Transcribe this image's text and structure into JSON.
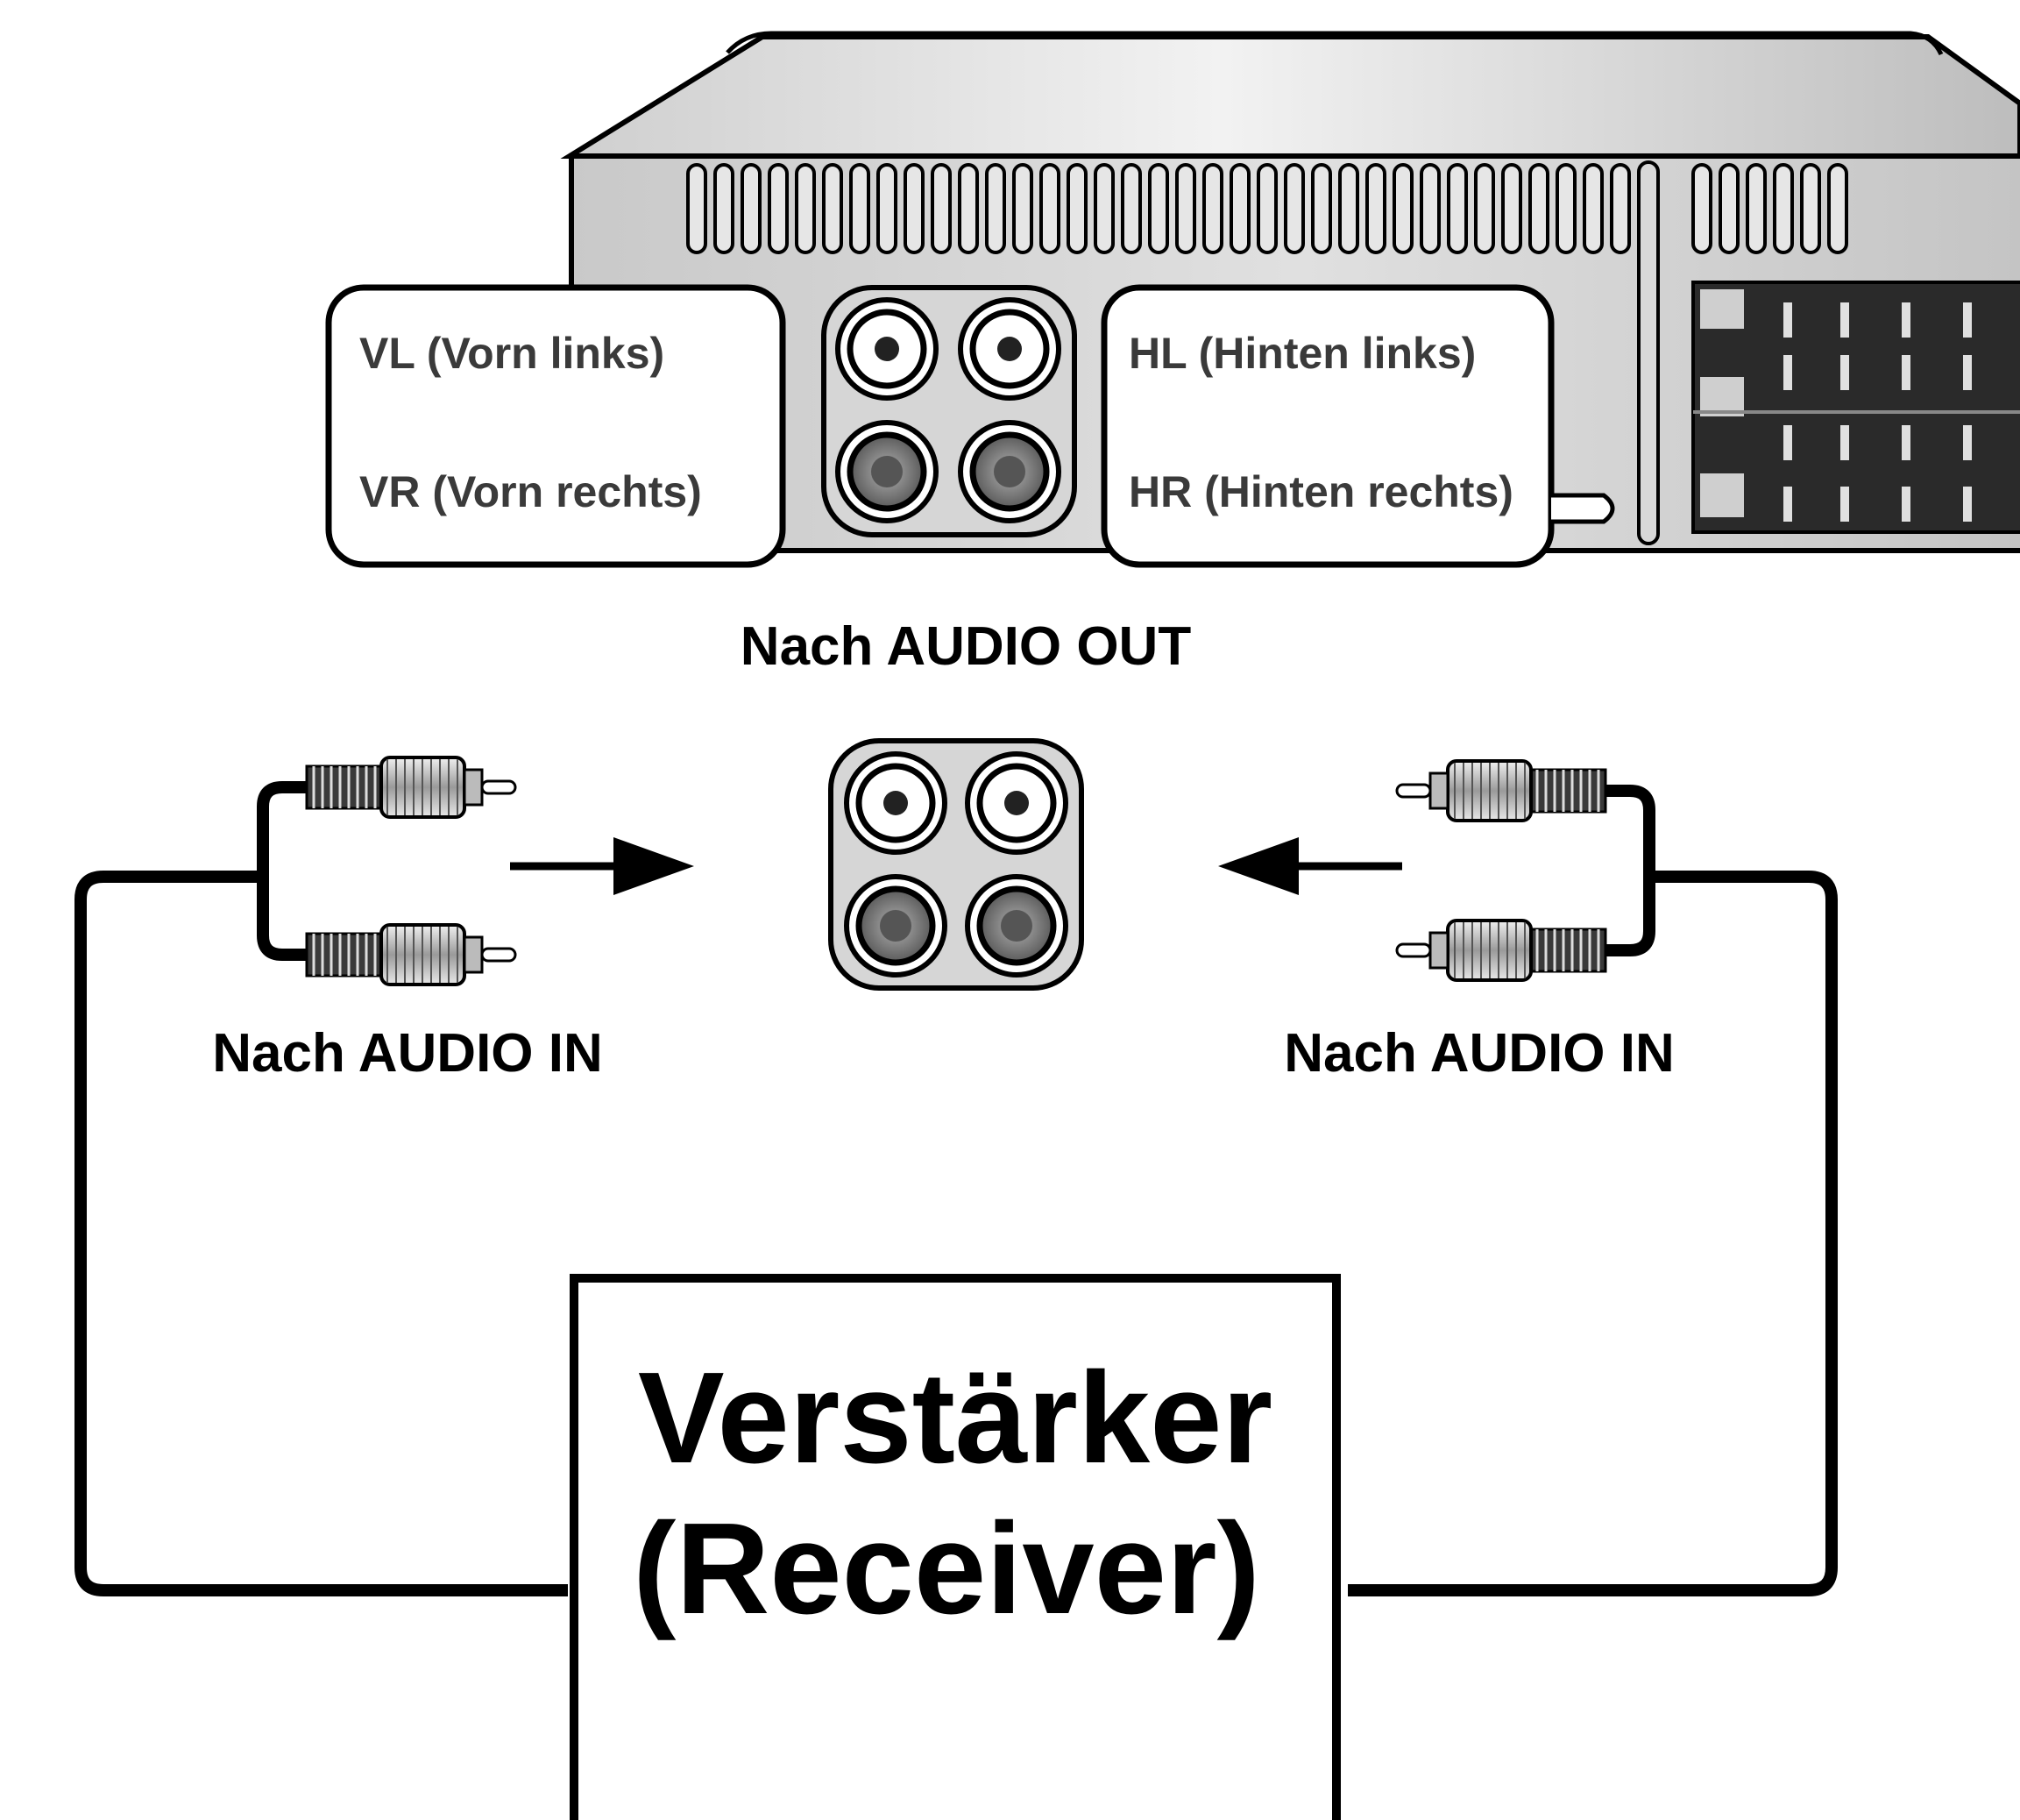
{
  "device_panel": {
    "label_front_left": "VL (Vorn links)",
    "label_front_right": "VR (Vorn rechts)",
    "label_rear_left": "HL (Hinten links)",
    "label_rear_right": "HR (Hinten rechts)"
  },
  "labels": {
    "audio_out": "Nach AUDIO OUT",
    "audio_in_left": "Nach AUDIO IN",
    "audio_in_right": "Nach AUDIO IN"
  },
  "amplifier": {
    "line1": "Verstärker",
    "line2": "(Receiver)"
  }
}
